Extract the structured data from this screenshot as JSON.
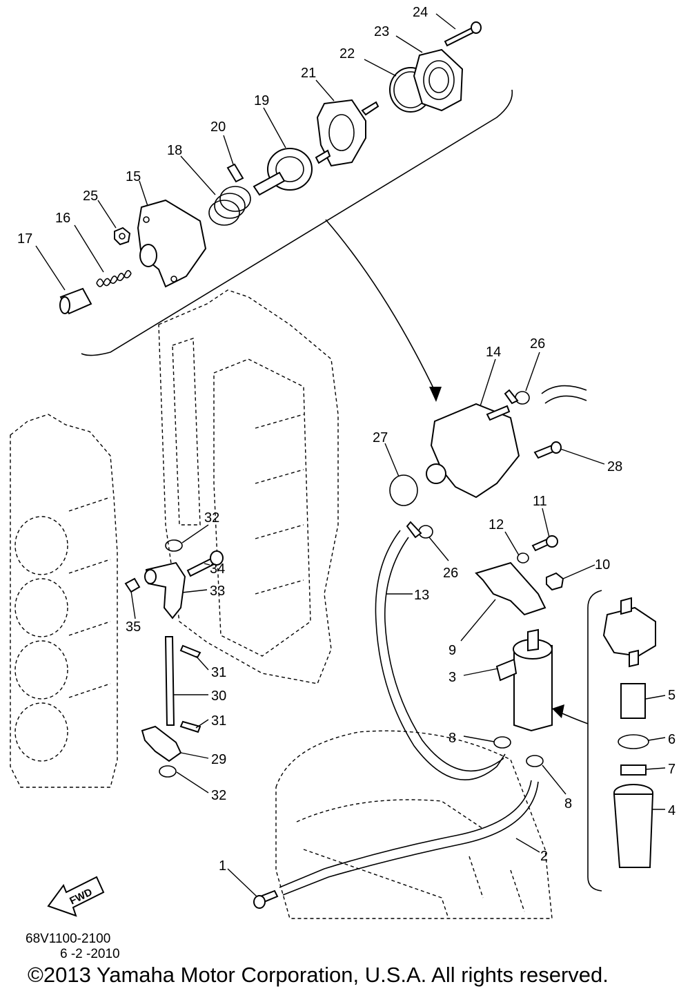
{
  "callouts": [
    {
      "id": "c1",
      "text": "1"
    },
    {
      "id": "c2",
      "text": "2"
    },
    {
      "id": "c3",
      "text": "3"
    },
    {
      "id": "c4",
      "text": "4"
    },
    {
      "id": "c5",
      "text": "5"
    },
    {
      "id": "c6",
      "text": "6"
    },
    {
      "id": "c7",
      "text": "7"
    },
    {
      "id": "c8a",
      "text": "8"
    },
    {
      "id": "c8b",
      "text": "8"
    },
    {
      "id": "c9",
      "text": "9"
    },
    {
      "id": "c10",
      "text": "10"
    },
    {
      "id": "c11",
      "text": "11"
    },
    {
      "id": "c12",
      "text": "12"
    },
    {
      "id": "c13",
      "text": "13"
    },
    {
      "id": "c14",
      "text": "14"
    },
    {
      "id": "c15",
      "text": "15"
    },
    {
      "id": "c16",
      "text": "16"
    },
    {
      "id": "c17",
      "text": "17"
    },
    {
      "id": "c18",
      "text": "18"
    },
    {
      "id": "c19",
      "text": "19"
    },
    {
      "id": "c20",
      "text": "20"
    },
    {
      "id": "c21",
      "text": "21"
    },
    {
      "id": "c22",
      "text": "22"
    },
    {
      "id": "c23",
      "text": "23"
    },
    {
      "id": "c24",
      "text": "24"
    },
    {
      "id": "c25",
      "text": "25"
    },
    {
      "id": "c26a",
      "text": "26"
    },
    {
      "id": "c26b",
      "text": "26"
    },
    {
      "id": "c27",
      "text": "27"
    },
    {
      "id": "c28",
      "text": "28"
    },
    {
      "id": "c29",
      "text": "29"
    },
    {
      "id": "c30",
      "text": "30"
    },
    {
      "id": "c31a",
      "text": "31"
    },
    {
      "id": "c31b",
      "text": "31"
    },
    {
      "id": "c32a",
      "text": "32"
    },
    {
      "id": "c32b",
      "text": "32"
    },
    {
      "id": "c33",
      "text": "33"
    },
    {
      "id": "c34",
      "text": "34"
    },
    {
      "id": "c35",
      "text": "35"
    }
  ],
  "fwd_label": "FWD",
  "diagram_code": "68V1100-2100",
  "diagram_date": "6 -2 -2010",
  "copyright": "©2013 Yamaha Motor Corporation, U.S.A. All rights reserved."
}
